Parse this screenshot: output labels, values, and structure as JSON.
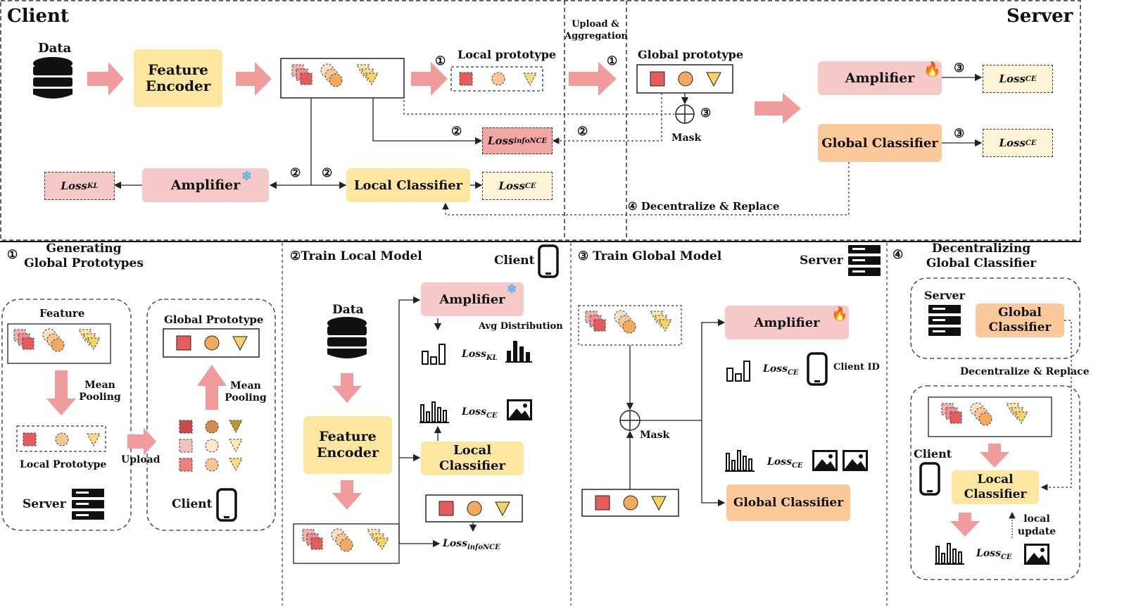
{
  "top": {
    "client_title": "Client",
    "server_title": "Server",
    "data_label": "Data",
    "feature_encoder": "Feature Encoder",
    "local_prototype": "Local prototype",
    "upload_aggregation": "Upload & Aggregation",
    "global_prototype": "Global prototype",
    "mask": "Mask",
    "amplifier": "Amplifier",
    "local_classifier": "Local Classifier",
    "global_classifier": "Global Classifier",
    "decentralize": "Decentralize & Replace",
    "loss_prefix": "Loss",
    "sub_infonce": "infoNCE",
    "sub_kl": "KL",
    "sub_ce": "CE",
    "step1": "①",
    "step2": "②",
    "step3": "③",
    "step4": "④"
  },
  "panel1": {
    "title": "Generating Global Prototypes",
    "feature": "Feature",
    "mean_pooling": "Mean Pooling",
    "local_prototype": "Local Prototype",
    "upload": "Upload",
    "global_prototype": "Global Prototype",
    "server": "Server",
    "client": "Client"
  },
  "panel2": {
    "title": "Train Local Model",
    "client": "Client",
    "data": "Data",
    "feature_encoder": "Feature Encoder",
    "amplifier": "Amplifier",
    "avg_distribution": "Avg Distribution",
    "local_classifier": "Local Classifier"
  },
  "panel3": {
    "title": "Train Global Model",
    "server": "Server",
    "amplifier": "Amplifier",
    "client_id": "Client ID",
    "mask": "Mask",
    "global_classifier": "Global Classifier"
  },
  "panel4": {
    "title": "Decentralizing Global Classifier",
    "server": "Server",
    "global_classifier": "Global Classifier",
    "decentralize": "Decentralize & Replace",
    "client": "Client",
    "local_classifier": "Local Classifier",
    "local_update": "local update"
  },
  "colors": {
    "red": "#e65c5c",
    "orange": "#f5a95e",
    "yellow": "#f7d266",
    "arrow": "#f19c9c",
    "yellow_box": "#fde6a0",
    "pink_box": "#f6c9c9",
    "orange_box": "#fbc99a"
  }
}
